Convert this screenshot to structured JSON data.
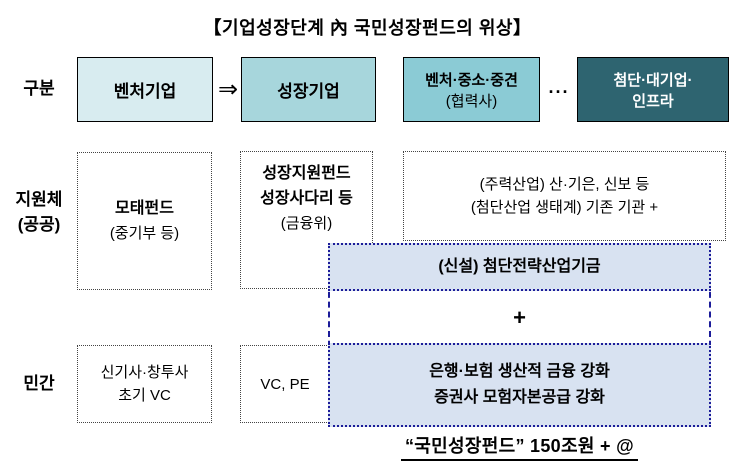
{
  "title": "【기업성장단계 內 국민성장펀드의 위상】",
  "row_labels": {
    "category": "구분",
    "support_line1": "지원체",
    "support_line2": "(공공)",
    "private": "민간"
  },
  "stage_row": {
    "arrow": "⇒",
    "dots": "···",
    "venture": "벤처기업",
    "growth": "성장기업",
    "mid_line1": "벤처·중소·중견",
    "mid_line2": "(협력사)",
    "advanced_line1": "첨단·대기업·",
    "advanced_line2": "인프라"
  },
  "public_row": {
    "motae_line1": "모태펀드",
    "motae_line2": "(중기부 등)",
    "growth_line1": "성장지원펀드",
    "growth_line2": "성장사다리 등",
    "growth_line3": "(금융위)",
    "mainstay_line1": "(주력산업) 산·기은, 신보 등",
    "mainstay_line2": "(첨단산업 생태계) 기존 기관 +"
  },
  "fund_group": {
    "new_fund": "(신설) 첨단전략산업기금",
    "plus": "+",
    "finance_line1": "은행·보험 생산적 금융 강화",
    "finance_line2": "증권사 모험자본공급 강화"
  },
  "private_row": {
    "early_line1": "신기사·창투사",
    "early_line2": "초기 VC",
    "vcpe": "VC, PE"
  },
  "caption": "“국민성장펀드” 150조원 + @",
  "colors": {
    "venture_box": "#d8ecf0",
    "growth_box": "#a7d6dc",
    "mid_box": "#8bcbd5",
    "advanced_box": "#2e6470",
    "fund_band": "#d8e2f1",
    "navy_border": "#1c1c99"
  }
}
